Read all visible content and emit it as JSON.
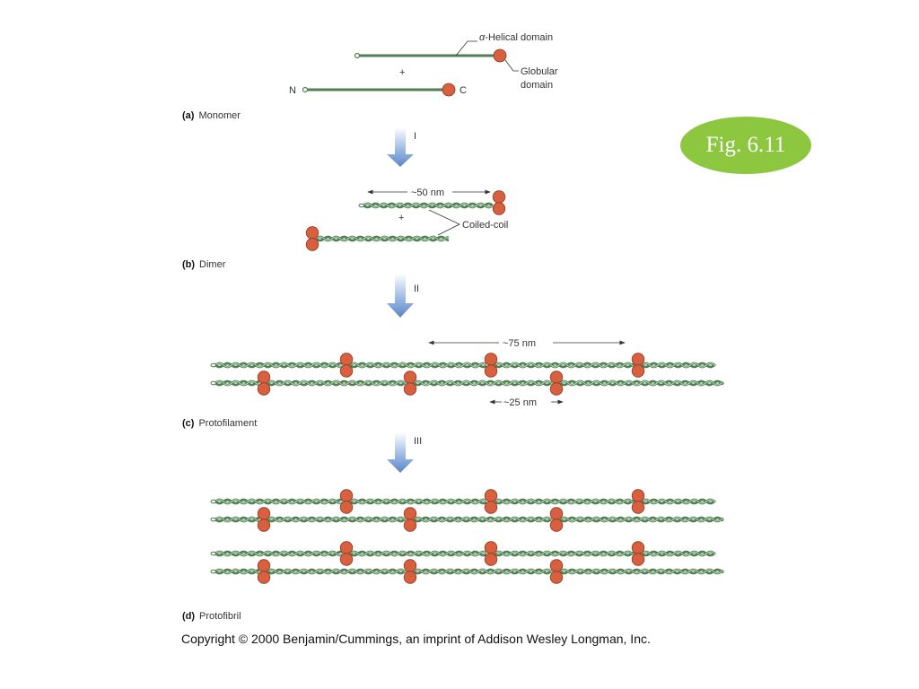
{
  "badge": {
    "text": "Fig. 6.11",
    "color": "#8dc63f"
  },
  "stages": {
    "a": {
      "letter": "(a)",
      "name": "Monomer"
    },
    "b": {
      "letter": "(b)",
      "name": "Dimer"
    },
    "c": {
      "letter": "(c)",
      "name": "Protofilament"
    },
    "d": {
      "letter": "(d)",
      "name": "Protofibril"
    }
  },
  "steps": [
    "I",
    "II",
    "III"
  ],
  "labels": {
    "helical_prefix": "α",
    "helical": "-Helical domain",
    "globular_line1": "Globular",
    "globular_line2": "domain",
    "n_terminus": "N",
    "c_terminus": "C",
    "plus": "+",
    "coiled_coil": "Coiled-coil"
  },
  "dimensions": {
    "dimer_length": "~50 nm",
    "protofilament_repeat": "~75 nm",
    "protofilament_offset": "~25 nm"
  },
  "copyright": "Copyright © 2000 Benjamin/Cummings, an imprint of Addison Wesley Longman, Inc.",
  "colors": {
    "globular": "#d9603f",
    "globular_edge": "#8a3a22",
    "helix": "#4f7f52",
    "helix_light": "#cfe4cf",
    "arrow": "#6d95cc"
  }
}
